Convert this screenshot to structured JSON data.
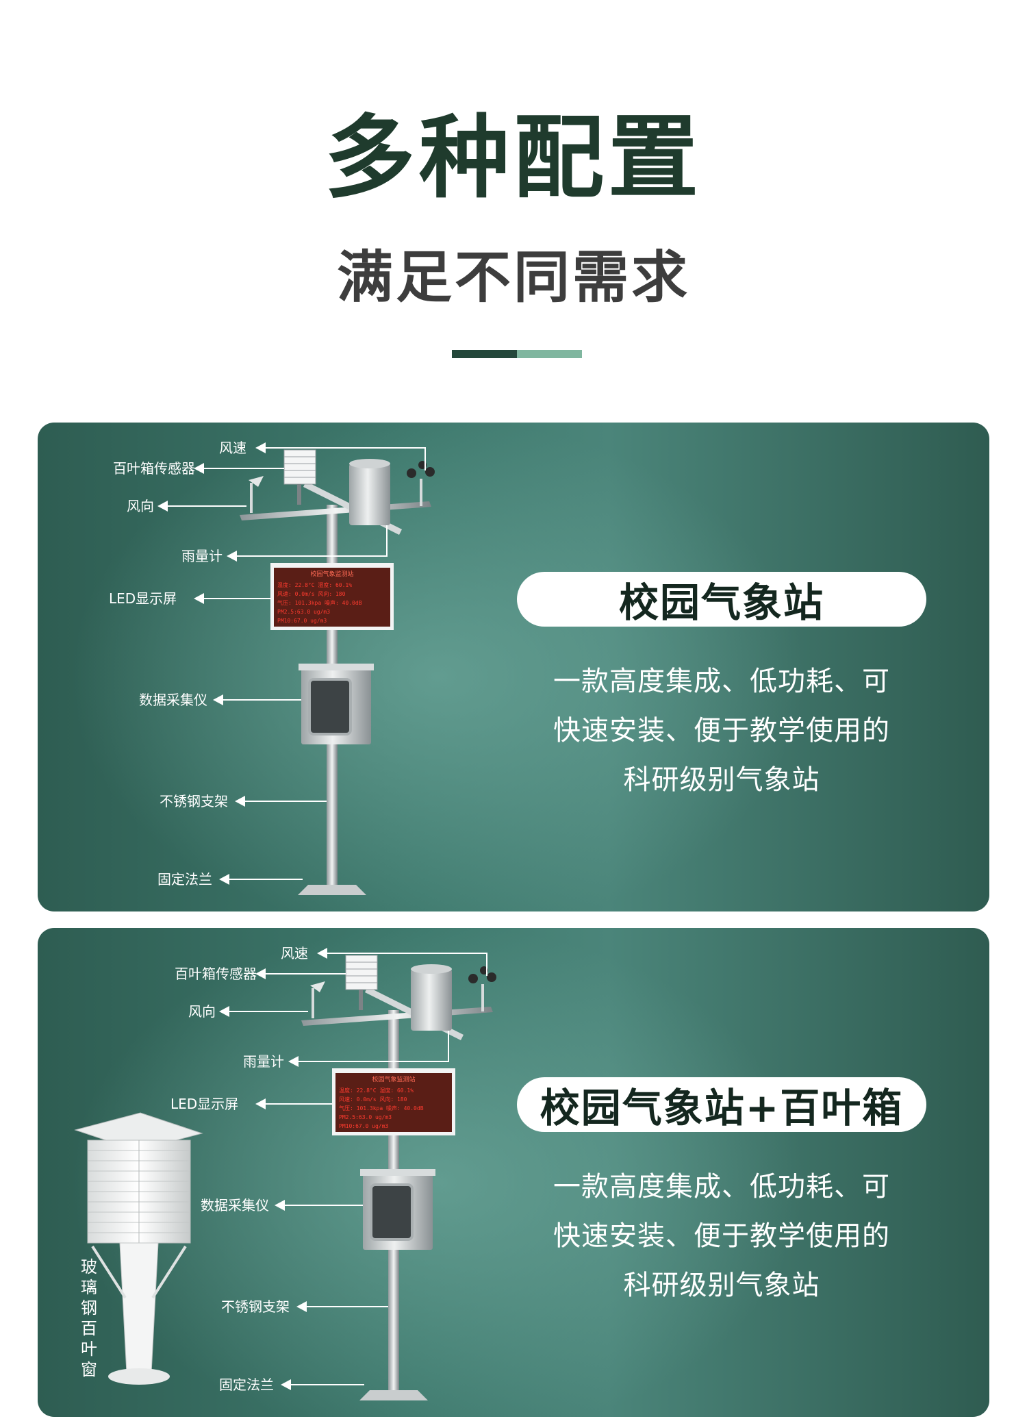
{
  "header": {
    "title": "多种配置",
    "subtitle": "满足不同需求"
  },
  "card1": {
    "pill": "校园气象站",
    "desc": [
      "一款高度集成、低功耗、可",
      "快速安装、便于教学使用的",
      "科研级别气象站"
    ],
    "labels": {
      "wind_speed": "风速",
      "louver_sensor": "百叶箱传感器",
      "wind_dir": "风向",
      "rain_gauge": "雨量计",
      "led": "LED显示屏",
      "logger": "数据采集仪",
      "bracket": "不锈钢支架",
      "flange": "固定法兰"
    }
  },
  "card2": {
    "pill": "校园气象站+百叶箱",
    "desc": [
      "一款高度集成、低功耗、可",
      "快速安装、便于教学使用的",
      "科研级别气象站"
    ],
    "labels": {
      "wind_speed": "风速",
      "louver_sensor": "百叶箱传感器",
      "wind_dir": "风向",
      "rain_gauge": "雨量计",
      "led": "LED显示屏",
      "logger": "数据采集仪",
      "bracket": "不锈钢支架",
      "flange": "固定法兰"
    },
    "louver_caption": "玻璃钢百叶窗"
  },
  "led_screen": {
    "title": "校园气象监测站",
    "rows": [
      "温度: 22.8°C   湿度: 60.1%",
      "风速: 0.0m/s   风向: 180",
      "气压: 101.3kpa  噪声: 40.0dB",
      "PM2.5:63.0 ug/m3",
      "PM10:67.0 ug/m3"
    ]
  },
  "colors": {
    "title": "#1f3b2d",
    "subtitle": "#3d3d3d",
    "divider_dark": "#23473a",
    "divider_light": "#7fb69f",
    "card_dark": "#2e5d52",
    "card_light": "#70aa9e",
    "led_text": "#ff3b2f"
  }
}
